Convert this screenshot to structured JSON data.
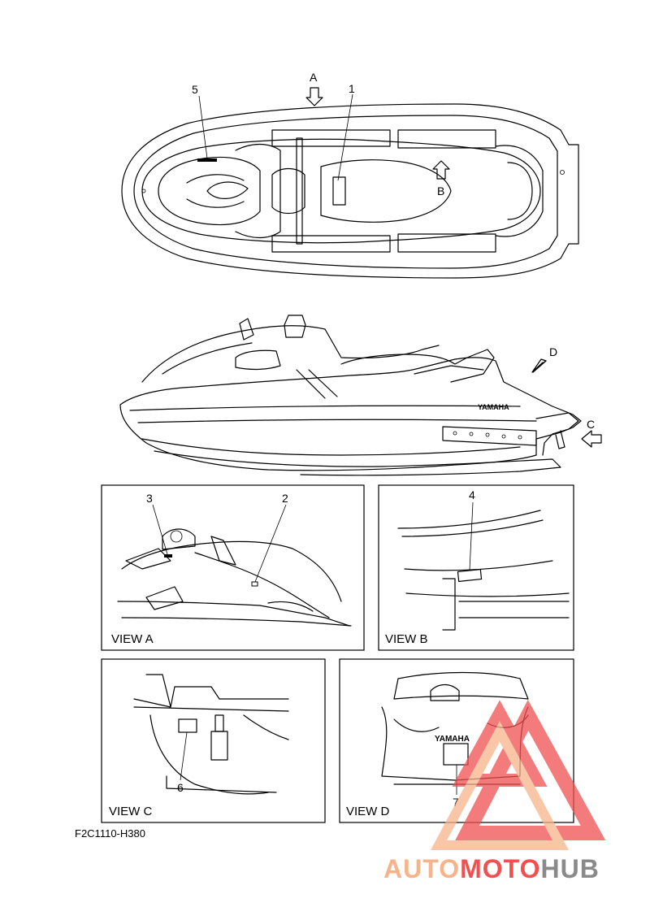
{
  "diagram": {
    "reference_code": "F2C1110-H380",
    "callouts": {
      "c1": "1",
      "c2": "2",
      "c3": "3",
      "c4": "4",
      "c5": "5",
      "c6": "6",
      "c7": "7"
    },
    "direction_markers": {
      "a": "A",
      "b": "B",
      "c": "C",
      "d": "D"
    },
    "views": {
      "view_a": "VIEW A",
      "view_b": "VIEW B",
      "view_c": "VIEW C",
      "view_d": "VIEW D"
    },
    "brand_mark": "YAMAHA"
  },
  "watermark": {
    "part1": "AUTO",
    "part2": "MOTO",
    "part3": "HUB",
    "colors": {
      "light": "#f7b48a",
      "red": "#f05050",
      "gray": "#8a8a8a"
    }
  }
}
